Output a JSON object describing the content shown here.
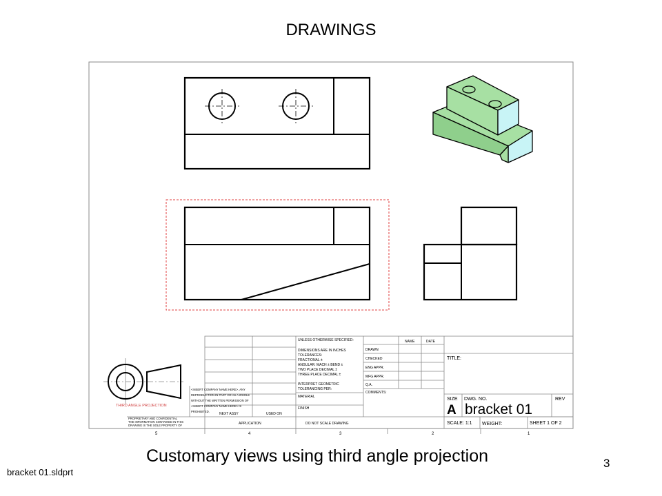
{
  "slide": {
    "title": "DRAWINGS",
    "subtitle": "Customary views using third angle projection",
    "page_number": "3",
    "file_name": "bracket 01.sldprt"
  },
  "colors": {
    "iso_face_green": "#a7e0a3",
    "iso_face_cyan": "#c8f4f6",
    "iso_face_dark": "#8fcf8c",
    "selection_box": "#e04040",
    "projection_symbol": "#d04040"
  },
  "title_block": {
    "unless_otherwise": "UNLESS OTHERWISE SPECIFIED:",
    "dimensions": "DIMENSIONS ARE IN INCHES",
    "tolerances": "TOLERANCES:",
    "fractional": "FRACTIONAL ±",
    "angular": "ANGULAR: MACH ±   BEND ±",
    "two_place": "TWO PLACE DECIMAL   ±",
    "three_place": "THREE PLACE DECIMAL  ±",
    "interpret_geometric": "INTERPRET GEOMETRIC",
    "tolerancing_per": "TOLERANCING PER:",
    "material": "MATERIAL",
    "finish": "FINISH",
    "next_assy": "NEXT ASSY",
    "used_on": "USED ON",
    "application": "APPLICATION",
    "do_not_scale": "DO NOT SCALE DRAWING",
    "name_hdr": "NAME",
    "date_hdr": "DATE",
    "drawn": "DRAWN",
    "checked": "CHECKED",
    "eng_appr": "ENG APPR.",
    "mfg_appr": "MFG APPR.",
    "qa": "Q.A.",
    "comments": "COMMENTS:",
    "title_label": "TITLE:",
    "size_label": "SIZE",
    "dwg_no_label": "DWG.  NO.",
    "rev_label": "REV",
    "size_value": "A",
    "dwg_no_value": "bracket 01",
    "scale": "SCALE: 1:1",
    "weight": "WEIGHT:",
    "sheet": "SHEET 1 OF 2",
    "proprietary_1": "PROPRIETARY AND CONFIDENTIAL",
    "proprietary_2": "THE INFORMATION CONTAINED IN THIS",
    "proprietary_3": "DRAWING IS THE SOLE PROPERTY OF",
    "proprietary_4": "<INSERT COMPANY NAME HERE>. ANY",
    "proprietary_5": "REPRODUCTION IN PART OR AS A WHOLE",
    "proprietary_6": "WITHOUT THE WRITTEN PERMISSION OF",
    "proprietary_7": "<INSERT COMPANY NAME HERE> IS",
    "proprietary_8": "PROHIBITED.",
    "third_angle": "THIRD ANGLE PROJECTION"
  },
  "zones": [
    "5",
    "4",
    "3",
    "2",
    "1"
  ]
}
